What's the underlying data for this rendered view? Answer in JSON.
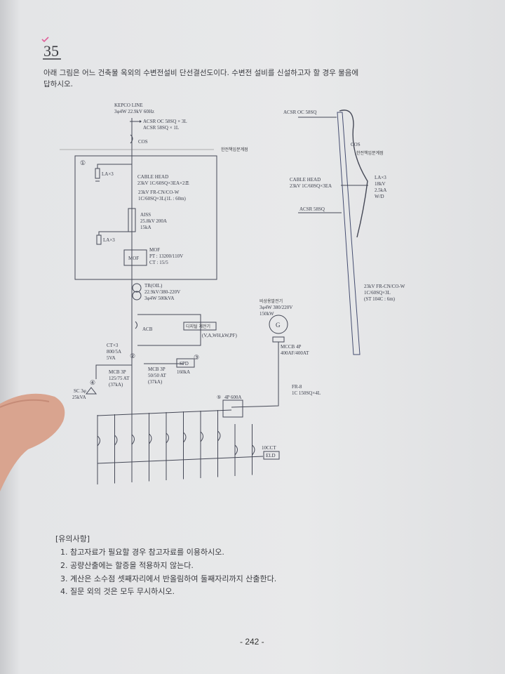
{
  "question": {
    "number": "35",
    "text_line1": "아래 그림은 어느 건축물 옥외의 수변전설비 단선결선도이다. 수변전 설비를 신설하고자 할 경우 물음에",
    "text_line2": "답하시오."
  },
  "diagram": {
    "kepco_line": "KEPCO LINE",
    "kepco_spec": "3φ4W 22.9kV 60Hz",
    "acsr1": "ACSR OC 58SQ × 3L",
    "acsr2": "ACSR 58SQ × 1L",
    "cos": "COS",
    "boundary": "한전책임분계점",
    "marker1": "①",
    "la1": "LA×3",
    "cable_head": "CABLE HEAD",
    "cable_head_spec": "23kV 1C/60SQ×3EA×2조",
    "cable_spec1": "23kV FR-CN/CO-W",
    "cable_spec2": "1C/60SQ×3L(1L : 60m)",
    "aiss": "AISS",
    "aiss_spec1": "25.8kV 200A",
    "aiss_spec2": "15kA",
    "la2": "LA×3",
    "mof_box": "MOF",
    "mof": "MOF",
    "mof_pt": "PT : 13200/110V",
    "mof_ct": "CT : 15/5",
    "tr": "TR(OIL)",
    "tr_spec1": "22.9kV/380-220V",
    "tr_spec2": "3φ4W 500kVA",
    "acb": "ACB",
    "meter": "디지털 계전기",
    "meter_spec": "(V,A,WH,kW,PF)",
    "ct": "CT×3",
    "ct_spec1": "800/5A",
    "ct_spec2": "5VA",
    "marker2": "②",
    "marker3": "③",
    "marker4": "④",
    "marker5": "⑤",
    "spd": "SPD",
    "spd_spec": "160kA",
    "mcb1": "MCB 3P",
    "mcb1_spec1": "125/75 AT",
    "mcb1_spec2": "(37kA)",
    "mcb2": "MCB 3P",
    "mcb2_spec1": "50/50 AT",
    "mcb2_spec2": "(37kA)",
    "sc": "SC 3φ",
    "sc_spec": "25kVA",
    "gen": "비상용발전기",
    "gen_spec1": "3φ4W 380/220V",
    "gen_spec2": "150kW",
    "gen_symbol": "G",
    "mccb": "MCCB 4P",
    "mccb_spec": "400AF/400AT",
    "fr8": "FR-8",
    "fr8_spec": "1C 150SQ×4L",
    "ats": "4P 600A",
    "cct": "10CCT",
    "eld": "ELD",
    "pole_acsr_oc": "ACSR OC 58SQ",
    "pole_cos": "COS",
    "pole_boundary": "한전책임분계점",
    "pole_cable_head": "CABLE HEAD",
    "pole_cable_head_spec": "23kV 1C/60SQ×3EA",
    "pole_la": "LA×3",
    "pole_la_kv": "18kV",
    "pole_la_ka": "2.5kA",
    "pole_la_wd": "W/D",
    "pole_acsr": "ACSR 58SQ",
    "pole_cable1": "23kV FR-CN/CO-W",
    "pole_cable2": "1C/60SQ×3L",
    "pole_cable3": "(ST 104C : 6m)"
  },
  "notes": {
    "title": "[유의사항]",
    "items": [
      "1. 참고자료가 필요할 경우 참고자료를 이용하시오.",
      "2. 공량산출에는 할증을 적용하지 않는다.",
      "3. 계산은 소수점 셋째자리에서 반올림하여 둘째자리까지 산출한다.",
      "4. 질문 외의 것은 모두 무시하시오."
    ]
  },
  "page_number": "- 242 -"
}
